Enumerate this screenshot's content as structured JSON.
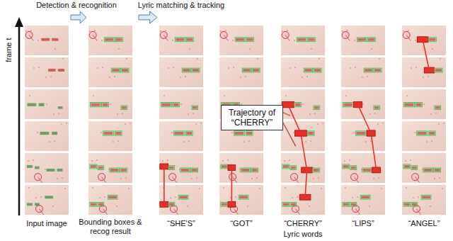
{
  "diagram": {
    "nodes": [
      {
        "text": [
          "Trajectory of “CHERRY”"
        ]
      }
    ],
    "labels": [
      "Detection & recognition",
      "Lyric matching & tracking",
      "frame t",
      "Input image",
      "Bounding boxes & recog result",
      "“SHE'S”",
      "“GOT”",
      "“CHERRY”",
      "“LIPS”",
      "“ANGEL”",
      "Lyric words"
    ]
  }
}
